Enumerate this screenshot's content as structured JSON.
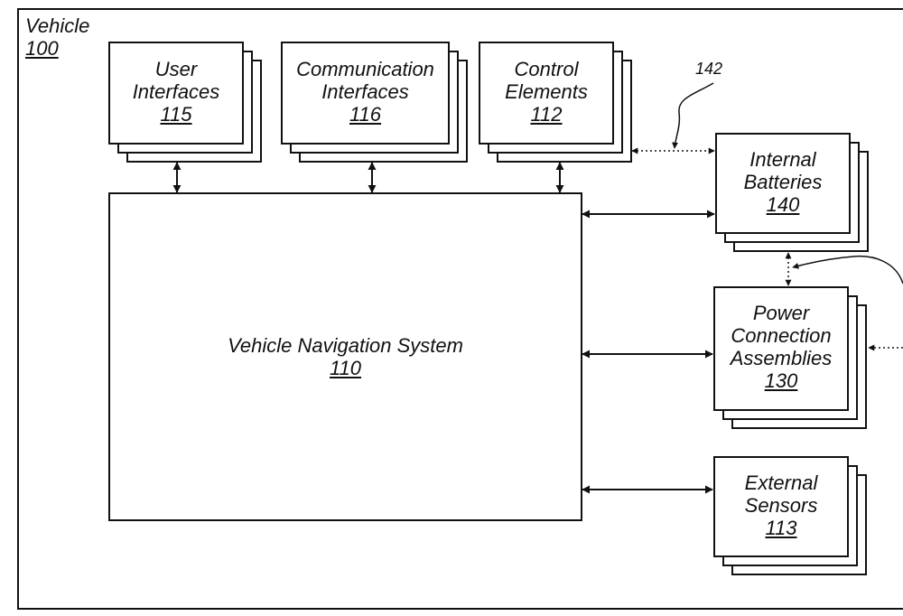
{
  "figure": {
    "vehicle": {
      "title": "Vehicle",
      "ref": "100"
    },
    "nav_system": {
      "title": "Vehicle Navigation System",
      "ref": "110"
    },
    "user_interfaces": {
      "line1": "User",
      "line2": "Interfaces",
      "ref": "115"
    },
    "communication_interfaces": {
      "line1": "Communication",
      "line2": "Interfaces",
      "ref": "116"
    },
    "control_elements": {
      "line1": "Control",
      "line2": "Elements",
      "ref": "112"
    },
    "internal_batteries": {
      "line1": "Internal",
      "line2": "Batteries",
      "ref": "140"
    },
    "power_connection": {
      "line1": "Power",
      "line2": "Connection",
      "line3": "Assemblies",
      "ref": "130"
    },
    "external_sensors": {
      "line1": "External",
      "line2": "Sensors",
      "ref": "113"
    },
    "callout_142": "142"
  }
}
